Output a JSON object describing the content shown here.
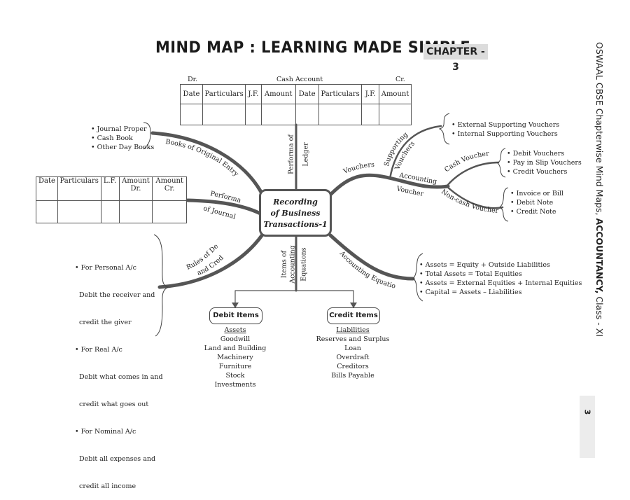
{
  "header": {
    "title": "MIND MAP : LEARNING MADE SIMPLE",
    "chapter": "CHAPTER - 3"
  },
  "sidebar": {
    "text_regular": "OSWAAL CBSE Chapterwise Mind Maps, ",
    "text_bold": "ACCOUNTANCY,",
    "text_tail": " Class - XI",
    "page_number": "3"
  },
  "center": {
    "line1": "Recording",
    "line2": "of Business",
    "line3": "Transactions-1"
  },
  "cash_account": {
    "dr": "Dr.",
    "title": "Cash Account",
    "cr": "Cr.",
    "columns": [
      "Date",
      "Particulars",
      "J.F.",
      "Amount",
      "Date",
      "Particulars",
      "J.F.",
      "Amount"
    ]
  },
  "journal_table": {
    "columns": [
      "Date",
      "Particulars",
      "L.F.",
      "Amount Dr.",
      "Amount Cr."
    ]
  },
  "branches": {
    "books": {
      "label": "Books of Original Entry",
      "items": [
        "• Journal Proper",
        "• Cash Book",
        "• Other Day Books"
      ]
    },
    "performa_journal": {
      "label1": "Performa",
      "label2": "of Journal"
    },
    "performa_ledger": {
      "label1": "Performa of",
      "label2": "Ledger"
    },
    "rules": {
      "label1": "Rules of Debit",
      "label2": "and Credit",
      "items": [
        "• For Personal A/c",
        "  Debit the receiver and",
        "  credit the giver",
        "• For Real A/c",
        "  Debit what comes in and",
        "  credit what goes out",
        "• For Nominal A/c",
        "  Debit all expenses and",
        "  credit all income"
      ]
    },
    "items_of_equations": {
      "label1": "Items of",
      "label2": "Accounting",
      "label3": "Equations"
    },
    "vouchers": {
      "label": "Vouchers",
      "supporting": {
        "label1": "Supporting",
        "label2": "Vouchers",
        "items": [
          "• External Supporting Vouchers",
          "• Internal Supporting Vouchers"
        ]
      },
      "accounting": {
        "label1": "Accounting",
        "label2": "Vouchers",
        "cash": {
          "label": "Cash Vouchers",
          "items": [
            "• Debit Vouchers",
            "• Pay in Slip Vouchers",
            "• Credit Vouchers"
          ]
        },
        "noncash": {
          "label": "Non-cash Vouchers",
          "items": [
            "• Invoice or Bill",
            "• Debit Note",
            "• Credit Note"
          ]
        }
      }
    },
    "equations": {
      "label": "Accounting Equations",
      "items": [
        "• Assets = Equity + Outside Liabilities",
        "• Total Assets = Total Equities",
        "• Assets = External Equities + Internal Equities",
        "• Capital = Assets – Liabilities"
      ]
    }
  },
  "debit_items": {
    "title": "Debit Items",
    "head": "Assets",
    "items": [
      "Goodwill",
      "Land and Building",
      "Machinery",
      "Furniture",
      "Stock",
      "Investments"
    ]
  },
  "credit_items": {
    "title": "Credit Items",
    "head": "Liabilities",
    "items": [
      "Reserves and Surplus",
      "Loan",
      "Overdraft",
      "Creditors",
      "Bills Payable"
    ]
  }
}
